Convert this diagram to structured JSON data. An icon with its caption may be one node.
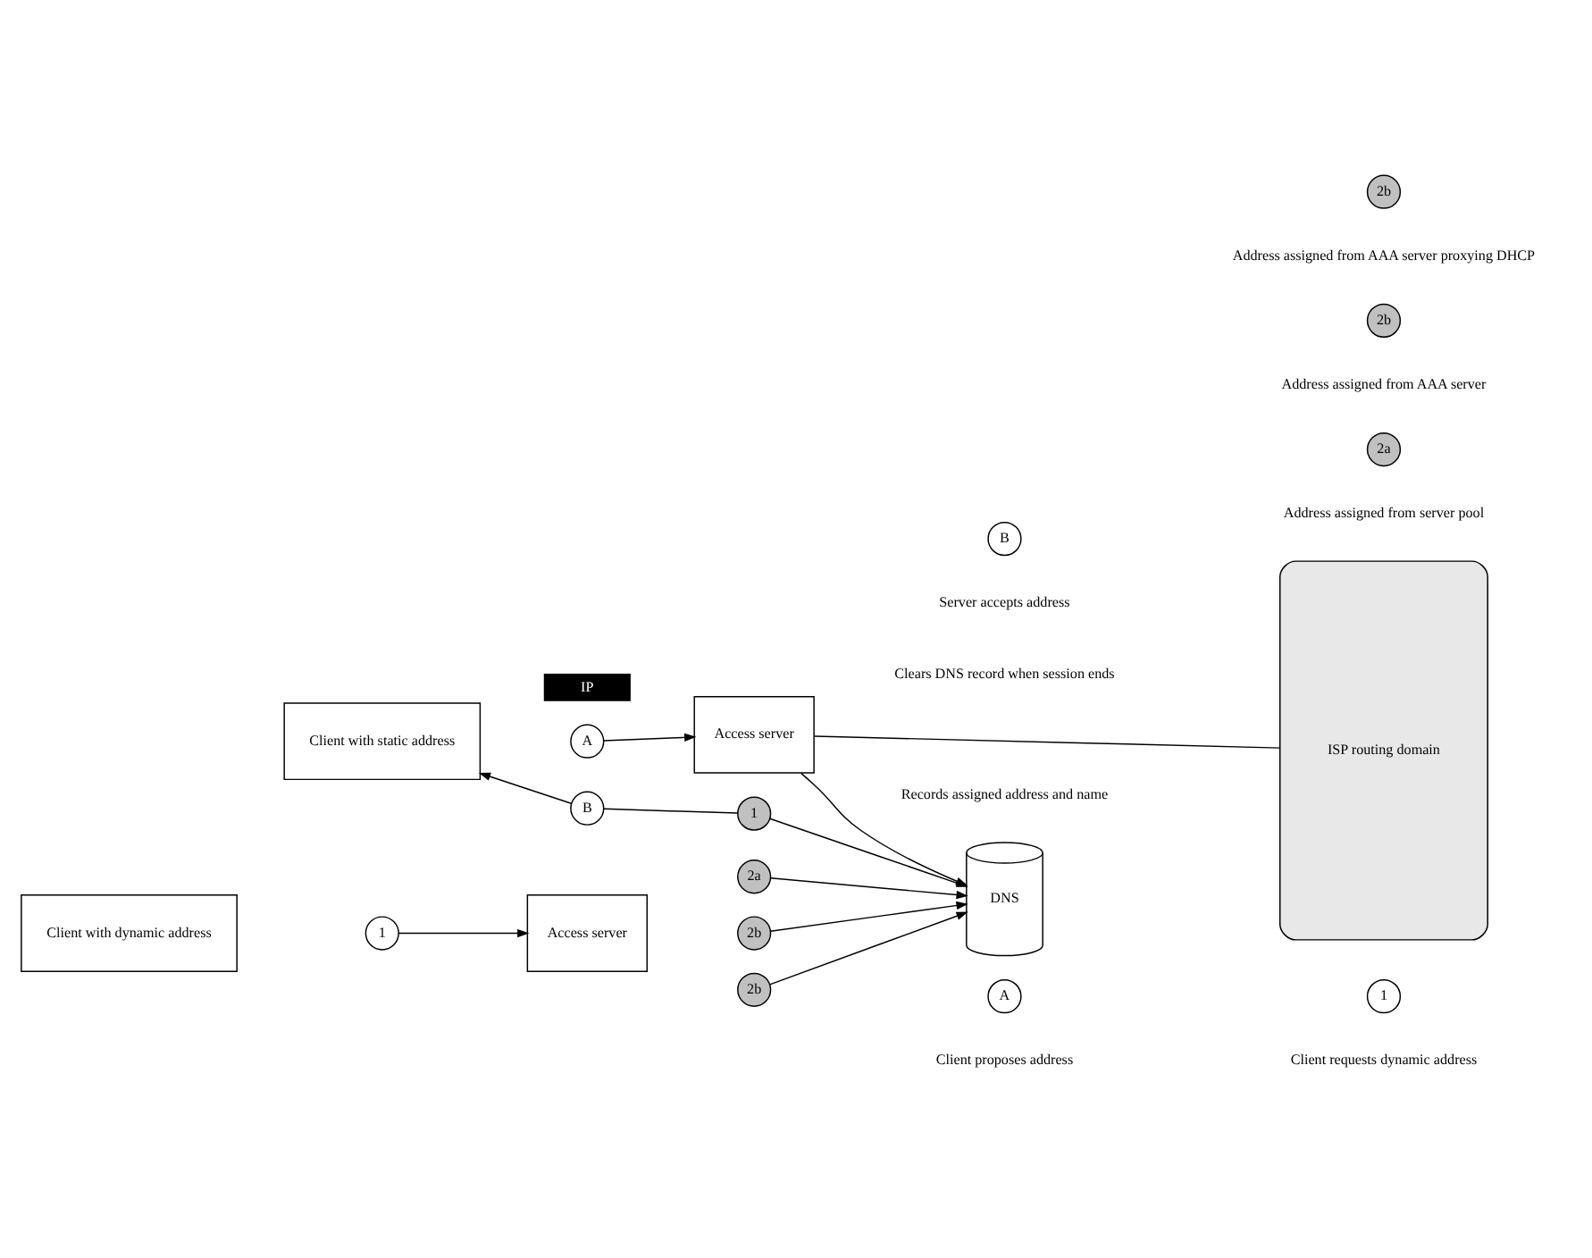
{
  "diagram": {
    "nodes": [
      {
        "text": [
          "Client with static address"
        ]
      },
      {
        "text": [
          "A"
        ]
      },
      {
        "text": [
          "Access server"
        ]
      },
      {
        "text": [
          "B"
        ]
      },
      {
        "text": [
          "IP"
        ]
      },
      {
        "text": [
          "1"
        ]
      },
      {
        "text": [
          "DNS"
        ]
      },
      {
        "text": [
          "ISP routing domain"
        ]
      },
      {
        "text": [
          "Client with dynamic address"
        ]
      },
      {
        "text": [
          "1"
        ]
      },
      {
        "text": [
          "Access server"
        ]
      },
      {
        "text": [
          "2a"
        ]
      },
      {
        "text": [
          "2b"
        ]
      },
      {
        "text": [
          "2b"
        ]
      },
      {
        "text": [
          "A"
        ],
        "beside": [
          "Client proposes address"
        ]
      },
      {
        "text": [
          "B"
        ],
        "beside": [
          "Server accepts address"
        ]
      },
      {
        "text": [
          "1"
        ],
        "beside": [
          "Client requests dynamic address"
        ]
      },
      {
        "text": [
          "2a"
        ],
        "beside": [
          "Address assigned from server pool"
        ]
      },
      {
        "text": [
          "2b"
        ],
        "beside": [
          "Address assigned from AAA server"
        ]
      },
      {
        "text": [
          "2b"
        ],
        "beside": [
          "Address assigned from AAA server proxying DHCP"
        ]
      }
    ],
    "edges": [
      {
        "from": 1,
        "to": 2,
        "arrow": "to"
      },
      {
        "from": 5,
        "to": 3,
        "arrow": "none"
      },
      {
        "from": 3,
        "to": 0,
        "arrow": "to"
      },
      {
        "from": 5,
        "to": 6,
        "arrow": "to"
      },
      {
        "from": 2,
        "to": 6,
        "arrow": "to"
      },
      {
        "from": 2,
        "to": 7,
        "arrow": "none"
      },
      {
        "from": 9,
        "to": 10,
        "arrow": "to"
      },
      {
        "from": 11,
        "to": 6,
        "arrow": "to"
      },
      {
        "from": 12,
        "to": 6,
        "arrow": "to"
      },
      {
        "from": 13,
        "to": 6,
        "arrow": "to"
      }
    ],
    "labels": [
      "Clears DNS record when session ends",
      "Records assigned address and name"
    ]
  }
}
